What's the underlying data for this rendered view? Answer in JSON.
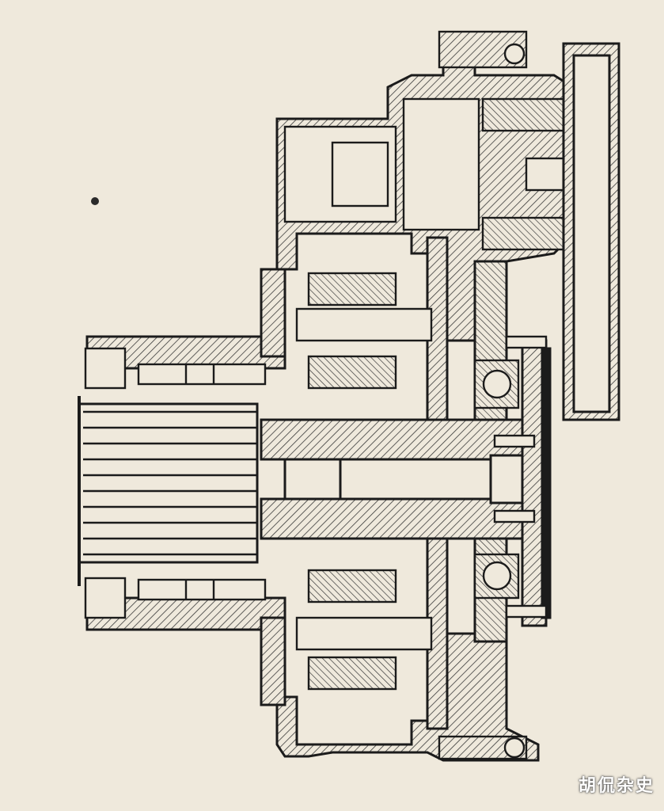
{
  "image": {
    "kind": "mechanical cross-section drawing",
    "paper_color": "#efe9dc",
    "ink_color": "#1b1b1b",
    "hatch_color": "#3a3a3a",
    "hatch_pattern": "diagonal",
    "background_tint_color": "#e7e1d3"
  },
  "watermark": {
    "text": "胡侃杂史"
  }
}
